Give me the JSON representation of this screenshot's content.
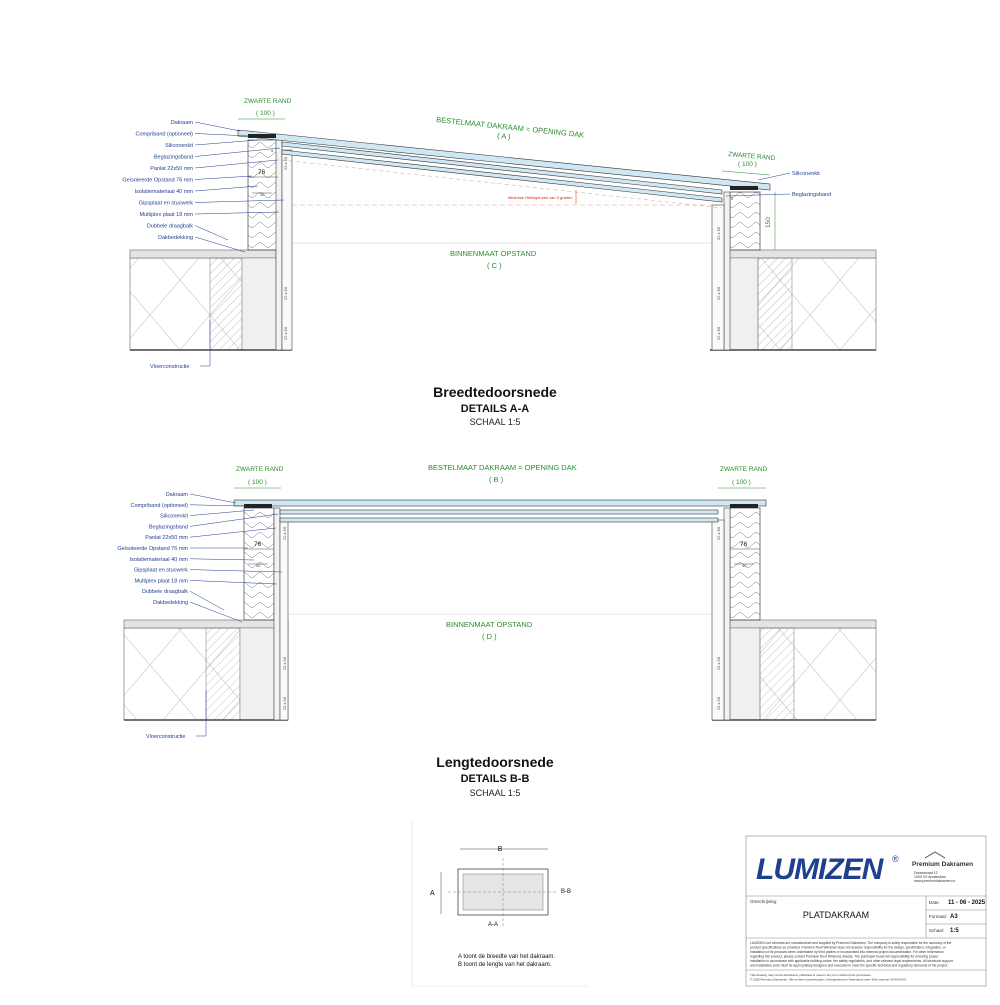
{
  "section_a": {
    "black_edge": "ZWARTE RAND",
    "black_edge_dim": "( 100 )",
    "order_size": "BESTELMAAT DAKRAAM = OPENING DAK",
    "order_size_ref": "( A )",
    "inner_size": "BINNENMAAT OPSTAND",
    "inner_size_ref": "( C )",
    "dim_76": "76",
    "dim_150": "150",
    "dim_5a": "5",
    "dim_5b": "5",
    "dim_40": "40",
    "slope_note": "Minimale Hellingshoek van 5 graden",
    "labels": [
      "Dakraam",
      "Compriband (optioneel)",
      "Siliconenkit",
      "Beglazingsband",
      "Panlat 22x50 mm",
      "Geïsoleerde Opstand 76 mm",
      "Isolatiemateriaal  40 mm",
      "Gipsplaat en stucwerk",
      "Multiplex plaat 18 mm",
      "Dubbele draagbalk",
      "Dakbedekking"
    ],
    "right_labels": [
      "Siliconenkit",
      "Beglazingsband"
    ],
    "floor_label": "Vloerconstructie",
    "title": "Breedtedoorsnede",
    "subtitle": "DETAILS A-A",
    "scale": "SCHAAL 1:5"
  },
  "section_b": {
    "black_edge": "ZWARTE RAND",
    "black_edge_dim": "( 100 )",
    "order_size": "BESTELMAAT DAKRAAM = OPENING DAK",
    "order_size_ref": "( B )",
    "inner_size": "BINNENMAAT OPSTAND",
    "inner_size_ref": "( D )",
    "dim_76": "76",
    "dim_40": "40",
    "labels": [
      "Dakraam",
      "Compriband (optioneel)",
      "Siliconenkit",
      "Beglazingsband",
      "Panlat 22x50 mm",
      "Geïsoleerde Opstand 76 mm",
      "Isolatiemateriaal  40 mm",
      "Gipsplaat en stucwerk",
      "Multiplex plaat 18 mm",
      "Dubbele draagbalk",
      "Dakbedekking"
    ],
    "floor_label": "Vloerconstructie",
    "title": "Lengtedoorsnede",
    "subtitle": "DETAILS B-B",
    "scale": "SCHAAL 1:5"
  },
  "key_plan": {
    "b": "B",
    "a": "A",
    "bb": "B-B",
    "aa": "A-A",
    "note1": "A toont de breedte van het dakraam.",
    "note2": "B toont de lengte van het dakraam."
  },
  "title_block": {
    "brand": "LUMIZEN",
    "reg": "®",
    "company": "Premium Dakramen",
    "address1": "Dwarsstraat 12",
    "address2": "1000 XX Amsterdam",
    "web": "www.premiumdakramen.nl",
    "desc_label": "Omschrijving:",
    "product": "PLATDAKRAAM",
    "date_label": "Date:",
    "date": "11 - 06 - 2025",
    "format_label": "Formaat:",
    "format": "A3",
    "scale_label": "Schaal:",
    "scale": "1:5",
    "disclaimer1": "LUMIZEN roof windows are manufactured and supplied by Premium Dakramen. The company is solely responsible for the accuracy of the",
    "disclaimer2": "product specifications as provided. Premium Roof Windows does not assume responsibility for the design, specification, integration, or",
    "disclaimer3": "installation of its products when undertaken by third parties or incorporated into external project documentation. For other information",
    "disclaimer4": "regarding this product, please contact Premium Roof Windows directly. The purchaser bears full responsibility for ensuring proper",
    "disclaimer5": "installation in accordance with applicable building codes, fire safety regulations, and other relevant legal requirements. All structural support",
    "disclaimer6": "and installation work must be appropriately designed and executed to meet the specific technical and regulatory demands of the project.",
    "footer1": "This drawing may not be distributed, published or used in any form without prior permission.",
    "footer2": "© 2025 Premium Dakramen. Alle rechten voorbehouden. Geregistreerd in Nederland onder KvK-nummer XXXXXXXX."
  },
  "colors": {
    "green": "#2e8b2e",
    "blue": "#1f3f8f",
    "glass": "#cfe8f4",
    "brand": "#1f3f8f"
  }
}
